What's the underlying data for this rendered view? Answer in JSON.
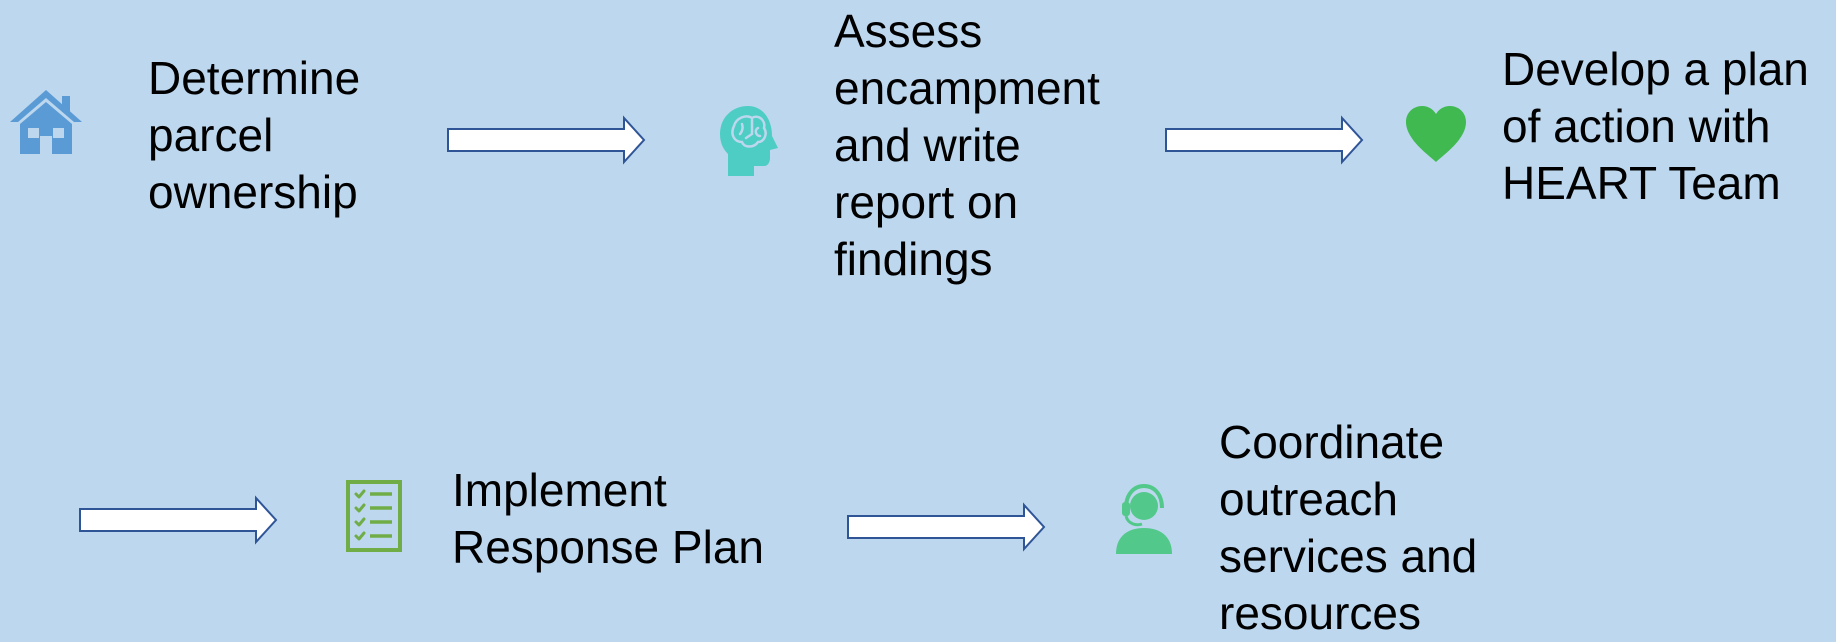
{
  "steps": [
    {
      "icon": "house-icon",
      "color": "#5B9BD5",
      "label": "Determine\nparcel\nownership"
    },
    {
      "icon": "head-brain-icon",
      "color": "#4ECDC4",
      "label": "Assess\nencampment\nand write\nreport on\nfindings"
    },
    {
      "icon": "heart-icon",
      "color": "#3FB950",
      "label": "Develop a plan\nof action with\nHEART Team"
    },
    {
      "icon": "checklist-icon",
      "color": "#70AD47",
      "label": "Implement\nResponse Plan"
    },
    {
      "icon": "headset-person-icon",
      "color": "#52C98A",
      "label": "Coordinate\noutreach\nservices and\nresources"
    }
  ],
  "arrow_color": "#2F5597",
  "background": "#BDD7EE"
}
